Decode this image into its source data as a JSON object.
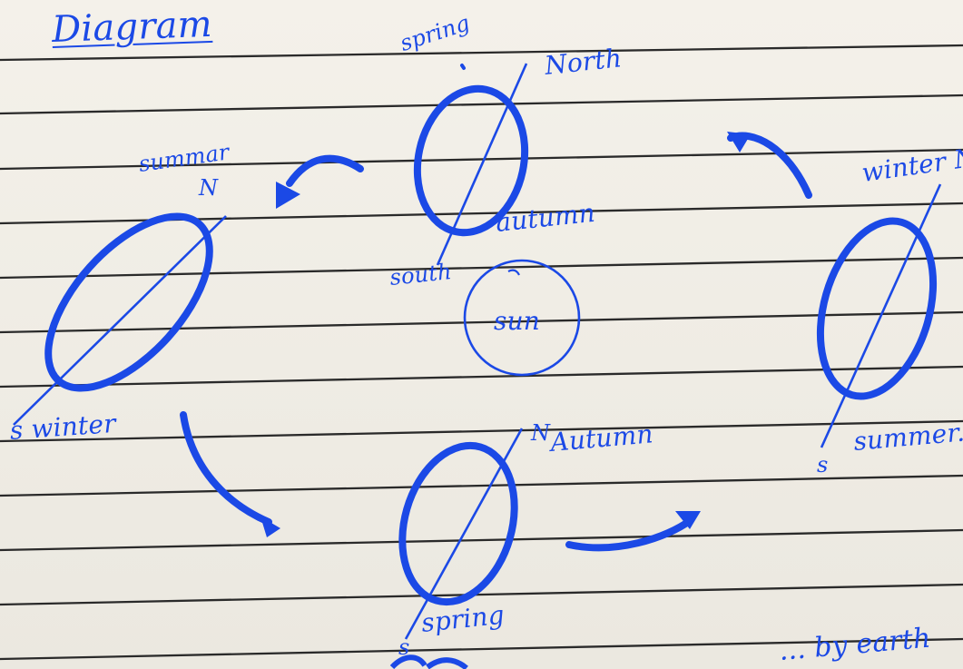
{
  "title": "Diagram",
  "labels": {
    "top_spring": "spring",
    "top_north": "North",
    "top_autumn": "autumn",
    "top_south": "south",
    "sun": "sun",
    "left_summer": "summar",
    "left_n": "N",
    "left_s_winter": "s winter",
    "right_winter_n": "winter N",
    "right_s": "s",
    "right_summer": "summer.",
    "bottom_n": "N",
    "bottom_autumn": "Autumn",
    "bottom_spring": "spring",
    "bottom_s": "s"
  },
  "bottom_partial_text": "... by earth",
  "colors": {
    "ink": "#1b49e6",
    "paper": "#f1eee6",
    "rule": "#1b1b1b"
  }
}
